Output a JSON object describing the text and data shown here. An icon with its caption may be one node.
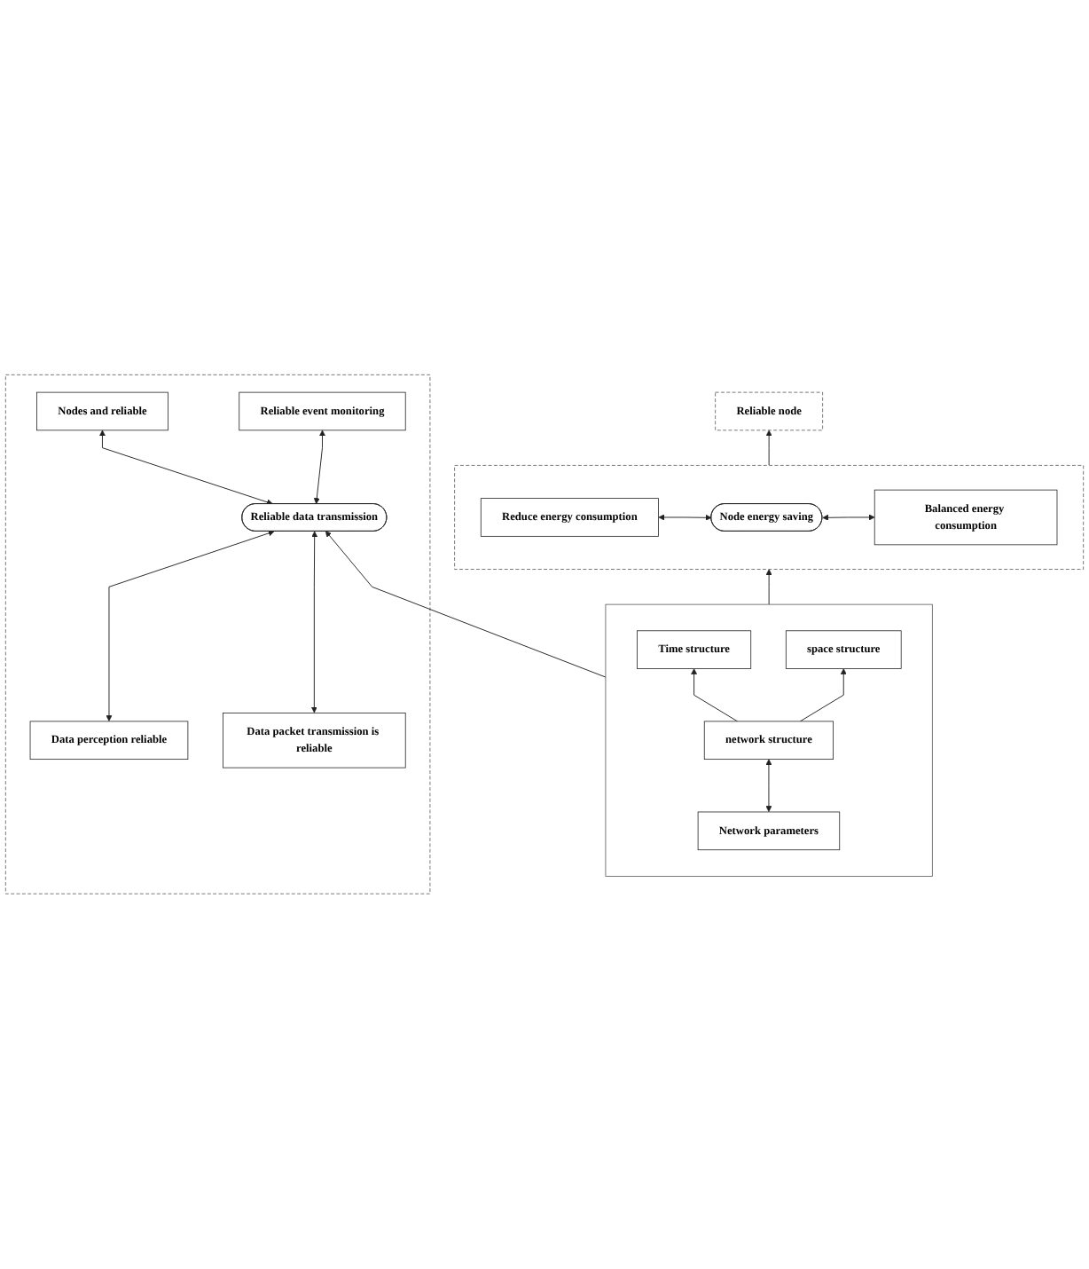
{
  "diagram": {
    "nodes": [
      {
        "text": [
          "Reliable node"
        ]
      },
      {
        "text": [],
        "shape": "box"
      },
      {
        "text": [
          "Reduce energy consumption"
        ],
        "in": 1
      },
      {
        "text": [
          "Node energy saving"
        ],
        "in": 1
      },
      {
        "text": [
          "Balanced energy consumption"
        ],
        "in": 1
      },
      {
        "text": [],
        "shape": "box"
      },
      {
        "text": [
          "Time structure"
        ],
        "in": 5
      },
      {
        "text": [
          "space structure"
        ],
        "in": 5
      },
      {
        "text": [
          "network structure"
        ],
        "in": 5
      },
      {
        "text": [
          "Network parameters"
        ],
        "in": 5
      },
      {
        "text": [],
        "shape": "box"
      },
      {
        "text": [
          "Nodes and reliable"
        ],
        "in": 10
      },
      {
        "text": [
          "Reliable event monitoring"
        ],
        "in": 10
      },
      {
        "text": [
          "Reliable data transmission"
        ],
        "in": 10
      },
      {
        "text": [
          "Data perception reliable"
        ],
        "in": 10
      },
      {
        "text": [
          "Data packet transmission is reliable"
        ],
        "in": 10
      }
    ],
    "edges": [
      {
        "from": 1,
        "to": 0,
        "arrow": "to"
      },
      {
        "from": 2,
        "to": 3,
        "arrow": "both"
      },
      {
        "from": 3,
        "to": 4,
        "arrow": "both"
      },
      {
        "from": 5,
        "to": 1,
        "arrow": "to"
      },
      {
        "from": 8,
        "to": 6,
        "arrow": "to"
      },
      {
        "from": 8,
        "to": 7,
        "arrow": "to"
      },
      {
        "from": 9,
        "to": 8,
        "arrow": "both"
      },
      {
        "from": 5,
        "to": 13,
        "arrow": "to"
      },
      {
        "from": 13,
        "to": 11,
        "arrow": "both"
      },
      {
        "from": 13,
        "to": 12,
        "arrow": "both"
      },
      {
        "from": 14,
        "to": 13,
        "arrow": "both"
      },
      {
        "from": 15,
        "to": 13,
        "arrow": "both"
      }
    ]
  }
}
